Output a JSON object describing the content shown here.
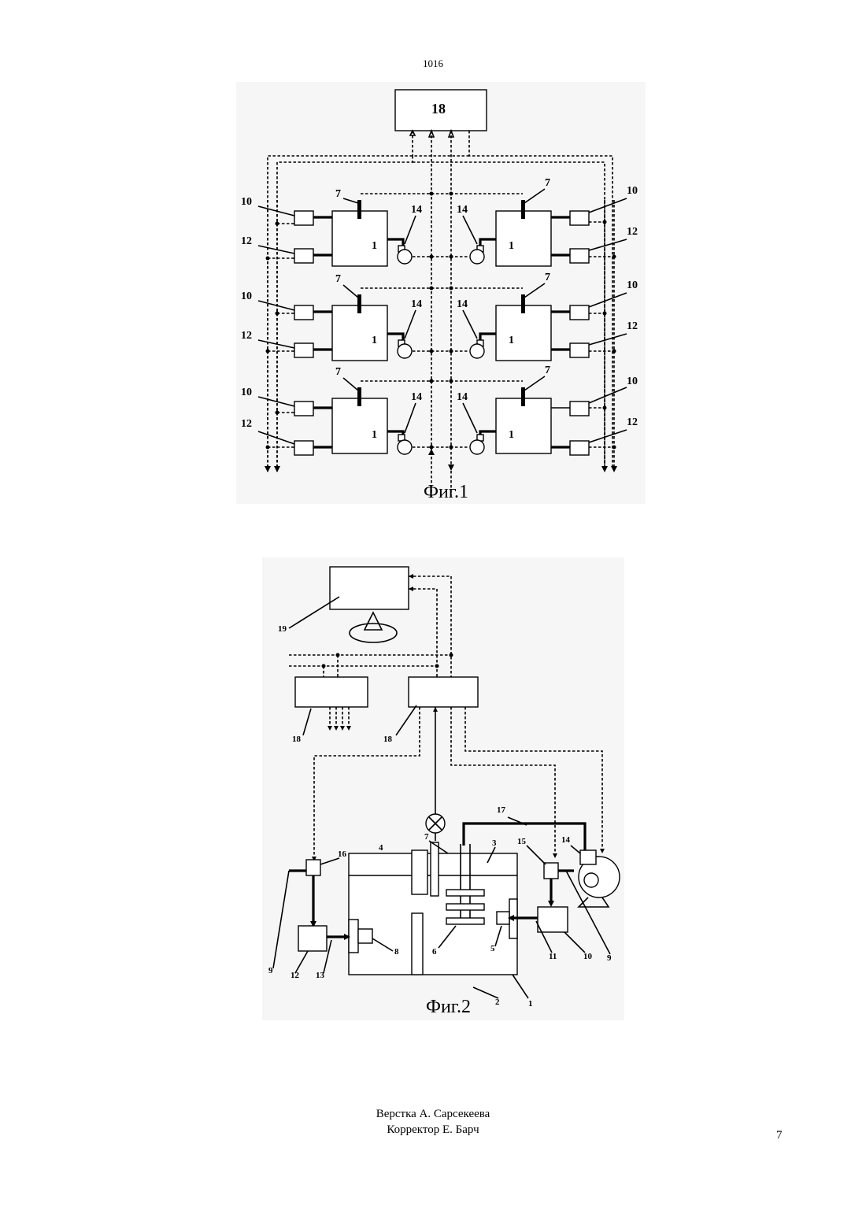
{
  "header": {
    "page_ref": "1016"
  },
  "figure1": {
    "caption": "Фиг.1",
    "labels": {
      "controller": "18",
      "tank": "1",
      "sensor": "7",
      "pump": "14",
      "block10": "10",
      "block12": "12"
    }
  },
  "figure2": {
    "caption": "Фиг.2",
    "labels": {
      "monitor": "19",
      "controller_a": "18",
      "controller_b": "18",
      "tank": "1",
      "wall": "2",
      "chamber3": "3",
      "chamber4": "4",
      "port5": "5",
      "plates": "6",
      "sensor": "7",
      "port8": "8",
      "inlet_left": "9",
      "inlet_right": "9",
      "block10": "10",
      "pipe11": "11",
      "block12": "12",
      "pipe13": "13",
      "pump": "14",
      "valve15": "15",
      "valve16": "16",
      "line17": "17"
    }
  },
  "footer": {
    "layout_credit": "Верстка А. Сарсекеева",
    "proof_credit": "Корректор Е. Барч",
    "page_number": "7"
  }
}
